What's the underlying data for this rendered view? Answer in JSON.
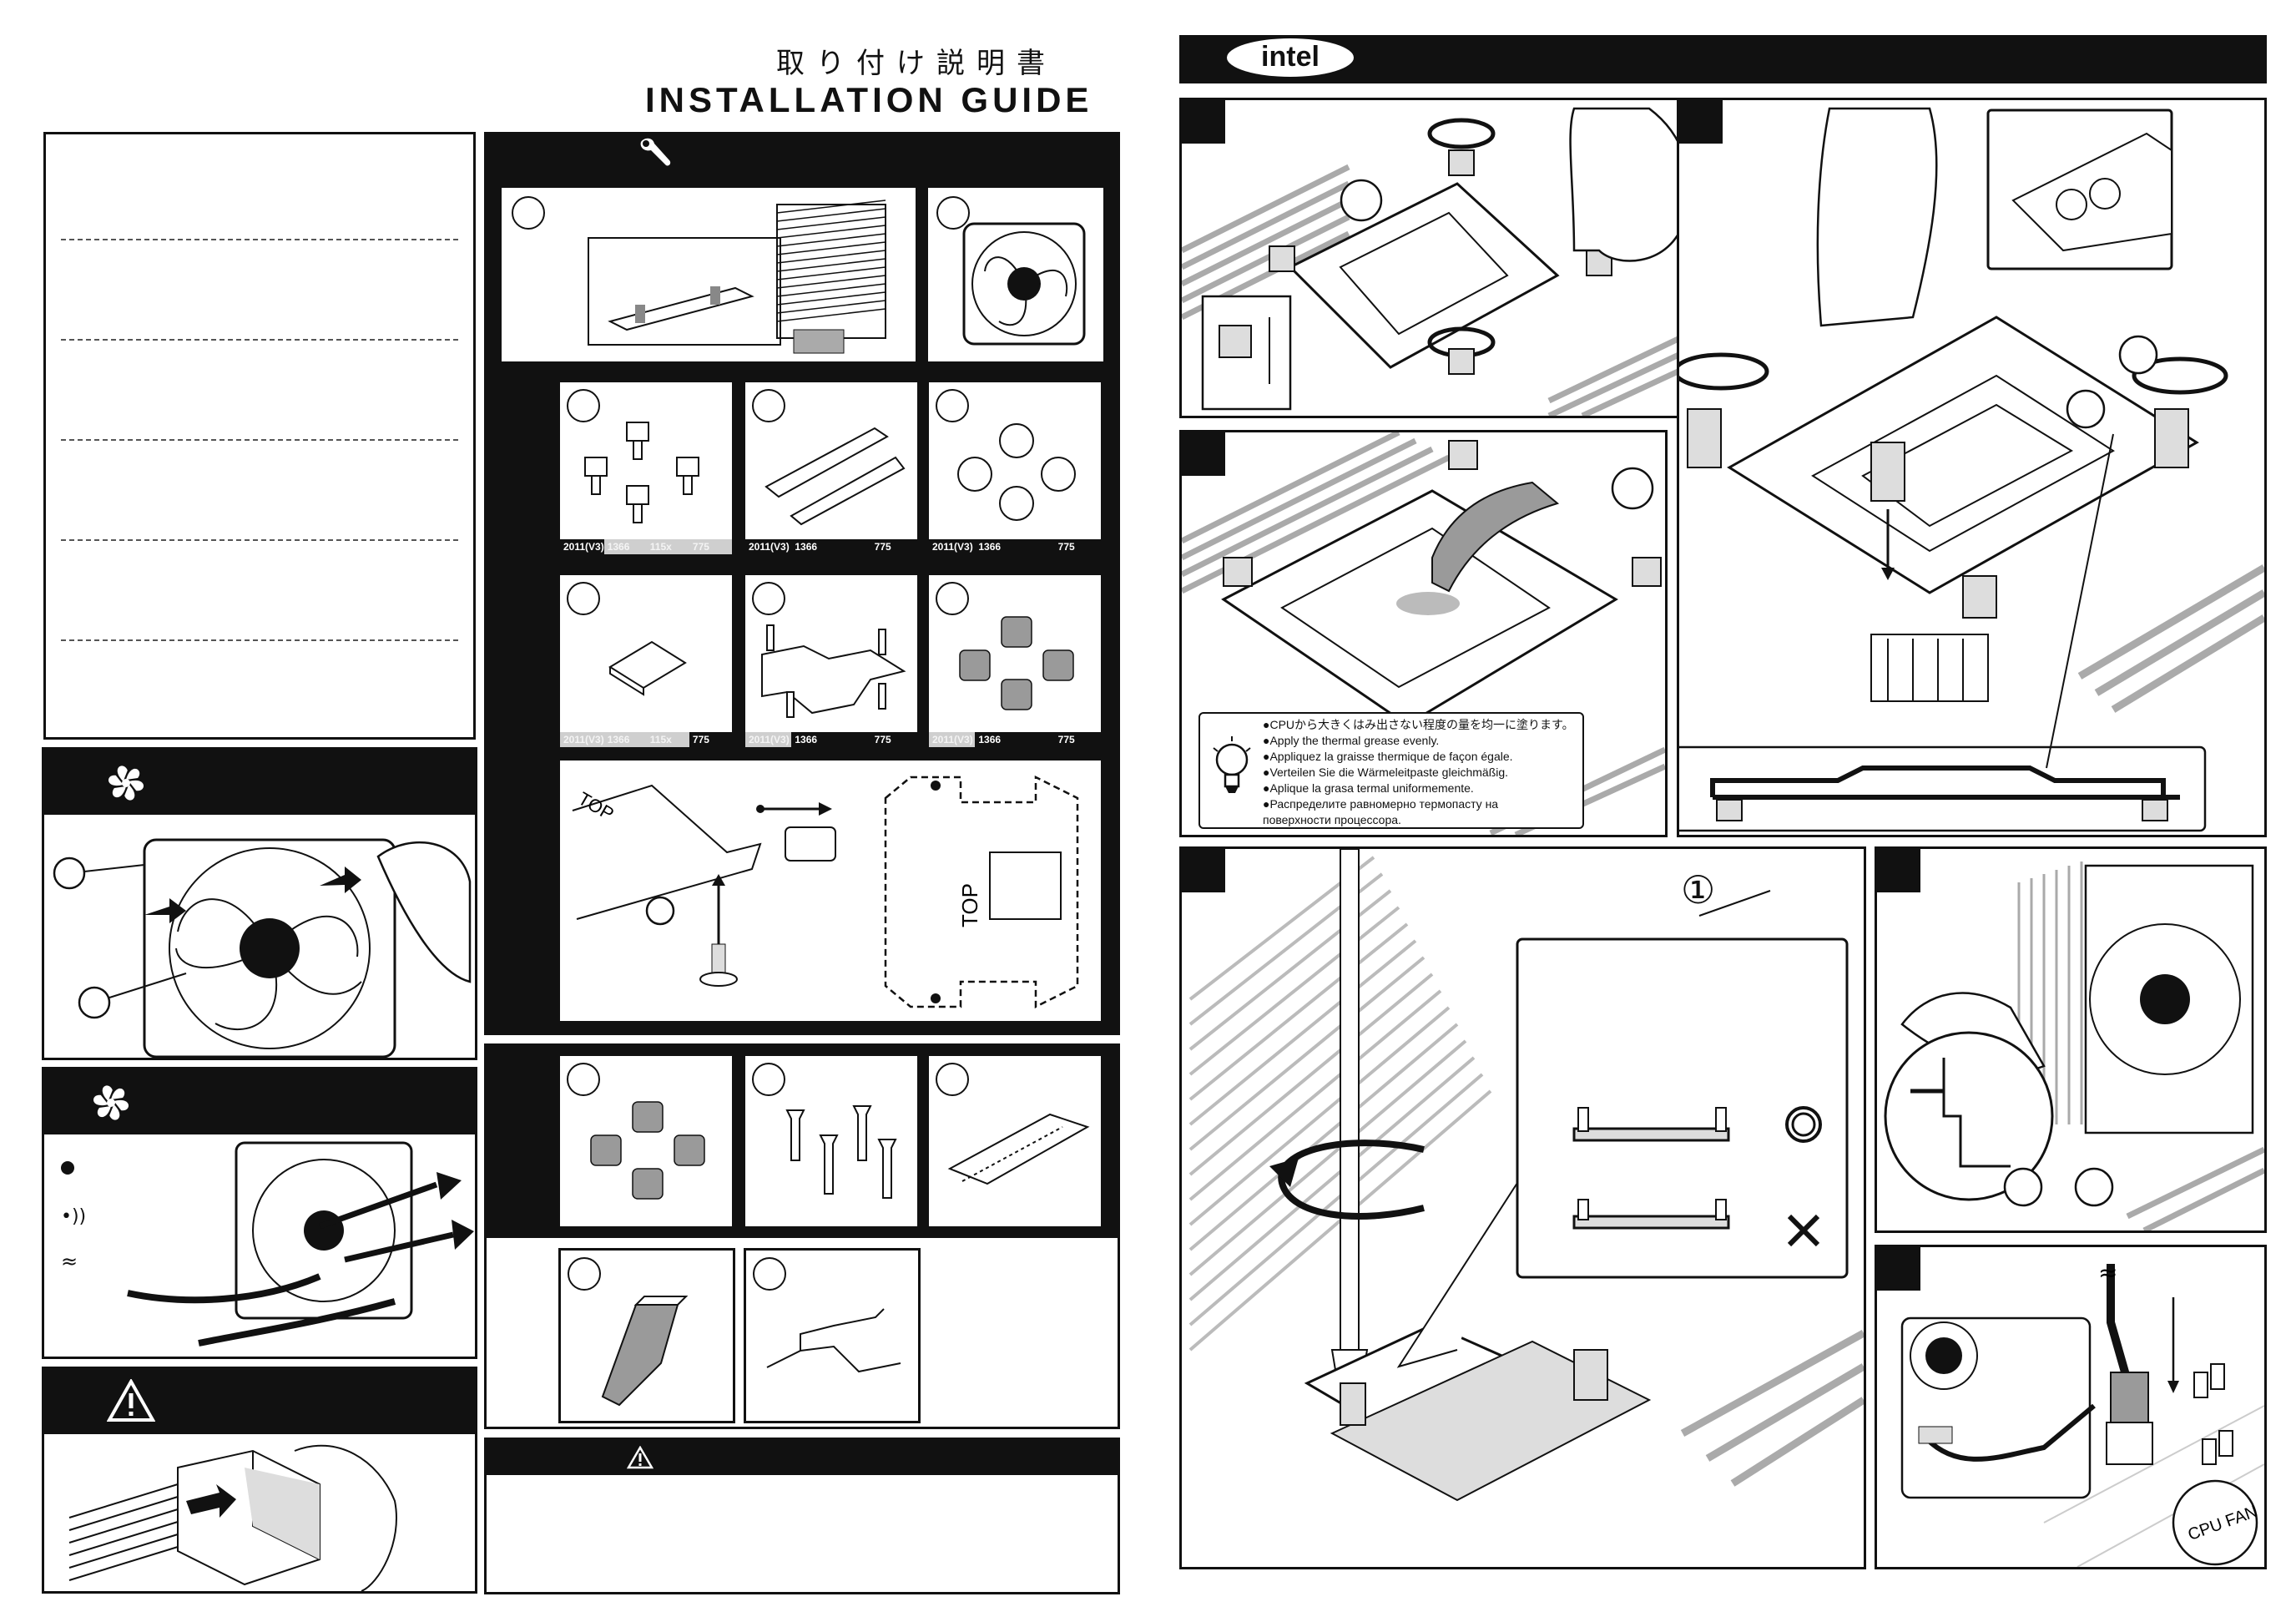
{
  "header": {
    "title_ja": "取り付け説明書",
    "title_en": "INSTALLATION GUIDE"
  },
  "intel_section": {
    "logo": "intel",
    "callout_number": "①"
  },
  "sockets": {
    "s2011": "2011(V3)",
    "s1366": "1366",
    "s115x": "115x",
    "s775": "775"
  },
  "diagram_labels": {
    "top_left": "TOP",
    "top_bracket": "TOP",
    "connector": "CPU FAN"
  },
  "grease_note": {
    "lines": [
      "●CPUから大きくはみ出さない程度の量を均一に塗ります。",
      "●Apply the thermal grease evenly.",
      "●Appliquez la graisse thermique de façon égale.",
      "●Verteilen Sie die Wärmeleitpaste gleichmäßig.",
      "●Aplique la grasa termal uniformemente.",
      "●Распределите равномерно термопасту на",
      "  поверхности процессора."
    ]
  },
  "check_marks": {
    "ok": "○",
    "ng": "✕"
  },
  "icons": {
    "tools": "wrench-icon",
    "fan": "fan-icon",
    "warning": "warning-icon",
    "hint": "lightbulb-icon"
  },
  "colors": {
    "ink": "#111111",
    "grey_part": "#9a9a9a",
    "inactive_socket": "#cfcfcf"
  }
}
